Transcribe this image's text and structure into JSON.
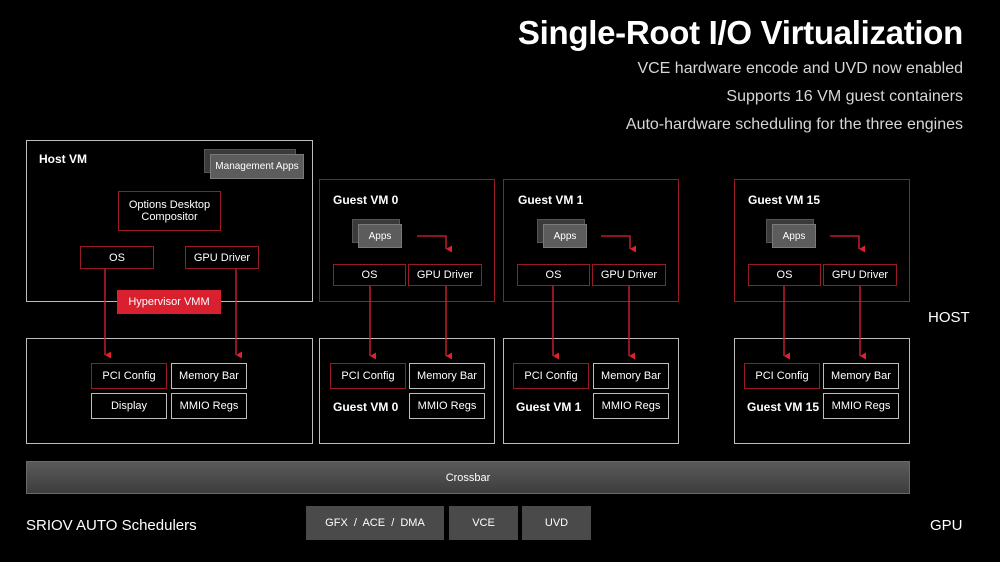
{
  "title": "Single-Root I/O Virtualization",
  "bullets": [
    "VCE hardware encode and UVD now enabled",
    "Supports 16 VM guest containers",
    "Auto-hardware scheduling for the three engines"
  ],
  "host_vm": {
    "label": "Host VM",
    "management_apps": "Management Apps",
    "compositor": "Options Desktop Compositor",
    "os": "OS",
    "gpu_driver": "GPU Driver",
    "hypervisor": "Hypervisor VMM"
  },
  "host_gpu": {
    "pci_config": "PCI Config",
    "memory_bar": "Memory Bar",
    "display": "Display",
    "mmio_regs": "MMIO Regs"
  },
  "guests": [
    {
      "label": "Guest VM 0",
      "apps": "Apps",
      "os": "OS",
      "gpu_driver": "GPU Driver",
      "pci_config": "PCI Config",
      "memory_bar": "Memory Bar",
      "gpu_label": "Guest VM 0",
      "mmio_regs": "MMIO Regs"
    },
    {
      "label": "Guest VM 1",
      "apps": "Apps",
      "os": "OS",
      "gpu_driver": "GPU Driver",
      "pci_config": "PCI Config",
      "memory_bar": "Memory Bar",
      "gpu_label": "Guest VM 1",
      "mmio_regs": "MMIO Regs"
    },
    {
      "label": "Guest VM 15",
      "apps": "Apps",
      "os": "OS",
      "gpu_driver": "GPU Driver",
      "pci_config": "PCI Config",
      "memory_bar": "Memory Bar",
      "gpu_label": "Guest VM 15",
      "mmio_regs": "MMIO Regs"
    }
  ],
  "crossbar": "Crossbar",
  "schedulers_label": "SRIOV AUTO Schedulers",
  "engines": [
    "GFX  /  ACE  /  DMA",
    "VCE",
    "UVD"
  ],
  "host_label": "HOST",
  "gpu_label": "GPU",
  "colors": {
    "accent_red": "#d9202e",
    "border_red": "#9a1b24",
    "border_white": "#bdbdbd"
  }
}
